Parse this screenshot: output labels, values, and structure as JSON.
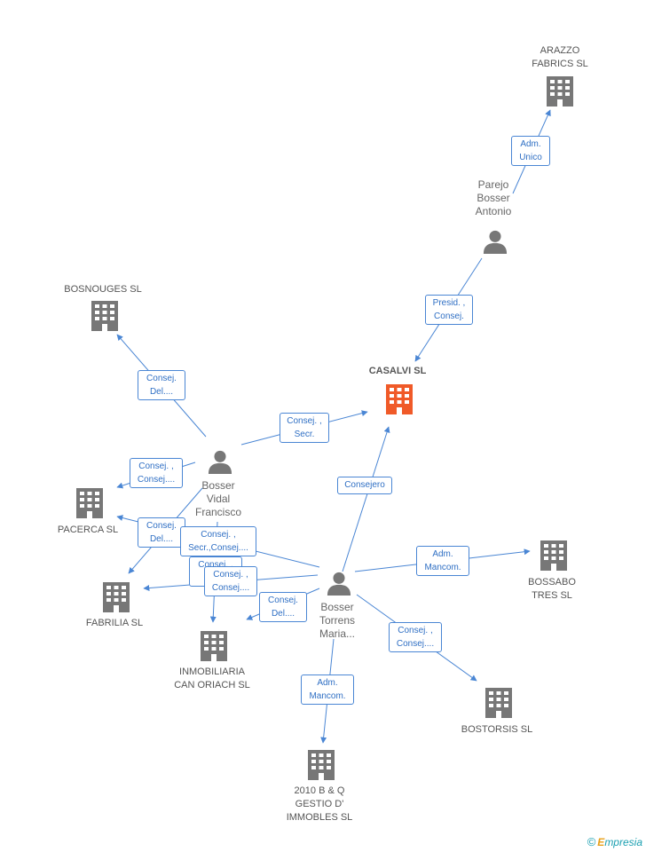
{
  "colors": {
    "edge": "#4a86d4",
    "building": "#777777",
    "focus_building": "#f05a28",
    "person": "#777777",
    "box_text": "#2f6fc4"
  },
  "nodes": [
    {
      "id": "arazzo",
      "type": "company",
      "label": "ARAZZO\nFABRICS SL"
    },
    {
      "id": "parejo",
      "type": "person",
      "label": "Parejo\nBosser\nAntonio"
    },
    {
      "id": "casalvi",
      "type": "company",
      "focus": true,
      "label": "CASALVI SL"
    },
    {
      "id": "bosnouges",
      "type": "company",
      "label": "BOSNOUGES SL"
    },
    {
      "id": "vidal",
      "type": "person",
      "label": "Bosser\nVidal\nFrancisco"
    },
    {
      "id": "pacerca",
      "type": "company",
      "label": "PACERCA SL"
    },
    {
      "id": "fabrilia",
      "type": "company",
      "label": "FABRILIA SL"
    },
    {
      "id": "inmobiliaria",
      "type": "company",
      "label": "INMOBILIARIA\nCAN ORIACH SL"
    },
    {
      "id": "torrens",
      "type": "person",
      "label": "Bosser\nTorrens\nMaria..."
    },
    {
      "id": "bossabo",
      "type": "company",
      "label": "BOSSABO\nTRES SL"
    },
    {
      "id": "bostorsis",
      "type": "company",
      "label": "BOSTORSIS SL"
    },
    {
      "id": "gestio",
      "type": "company",
      "label": "2010 B & Q\nGESTIO D'\nIMMOBLES SL"
    }
  ],
  "edges": [
    {
      "from": "parejo",
      "to": "arazzo",
      "label": "Adm.\nUnico"
    },
    {
      "from": "parejo",
      "to": "casalvi",
      "label": "Presid. ,\nConsej."
    },
    {
      "from": "vidal",
      "to": "casalvi",
      "label": "Consej. ,\nSecr."
    },
    {
      "from": "vidal",
      "to": "bosnouges",
      "label": "Consej.\nDel...."
    },
    {
      "from": "vidal",
      "to": "pacerca",
      "label": "Consej. ,\nConsej...."
    },
    {
      "from": "vidal",
      "to": "fabrilia",
      "label": "Consej.\nDel...."
    },
    {
      "from": "vidal",
      "to": "inmobiliaria",
      "label": "Consej. ,\nCo..."
    },
    {
      "from": "torrens",
      "to": "casalvi",
      "label": "Consejero"
    },
    {
      "from": "torrens",
      "to": "pacerca",
      "label": "Consej. ,\nSecr.,Consej...."
    },
    {
      "from": "torrens",
      "to": "fabrilia",
      "label": "Consej. ,\nConsej...."
    },
    {
      "from": "torrens",
      "to": "inmobiliaria",
      "label": "Consej.\nDel...."
    },
    {
      "from": "torrens",
      "to": "bossabo",
      "label": "Adm.\nMancom."
    },
    {
      "from": "torrens",
      "to": "bostorsis",
      "label": "Consej. ,\nConsej...."
    },
    {
      "from": "torrens",
      "to": "gestio",
      "label": "Adm.\nMancom."
    }
  ],
  "brand": {
    "copyright": "©",
    "name_initial": "E",
    "name_rest": "mpresia"
  }
}
